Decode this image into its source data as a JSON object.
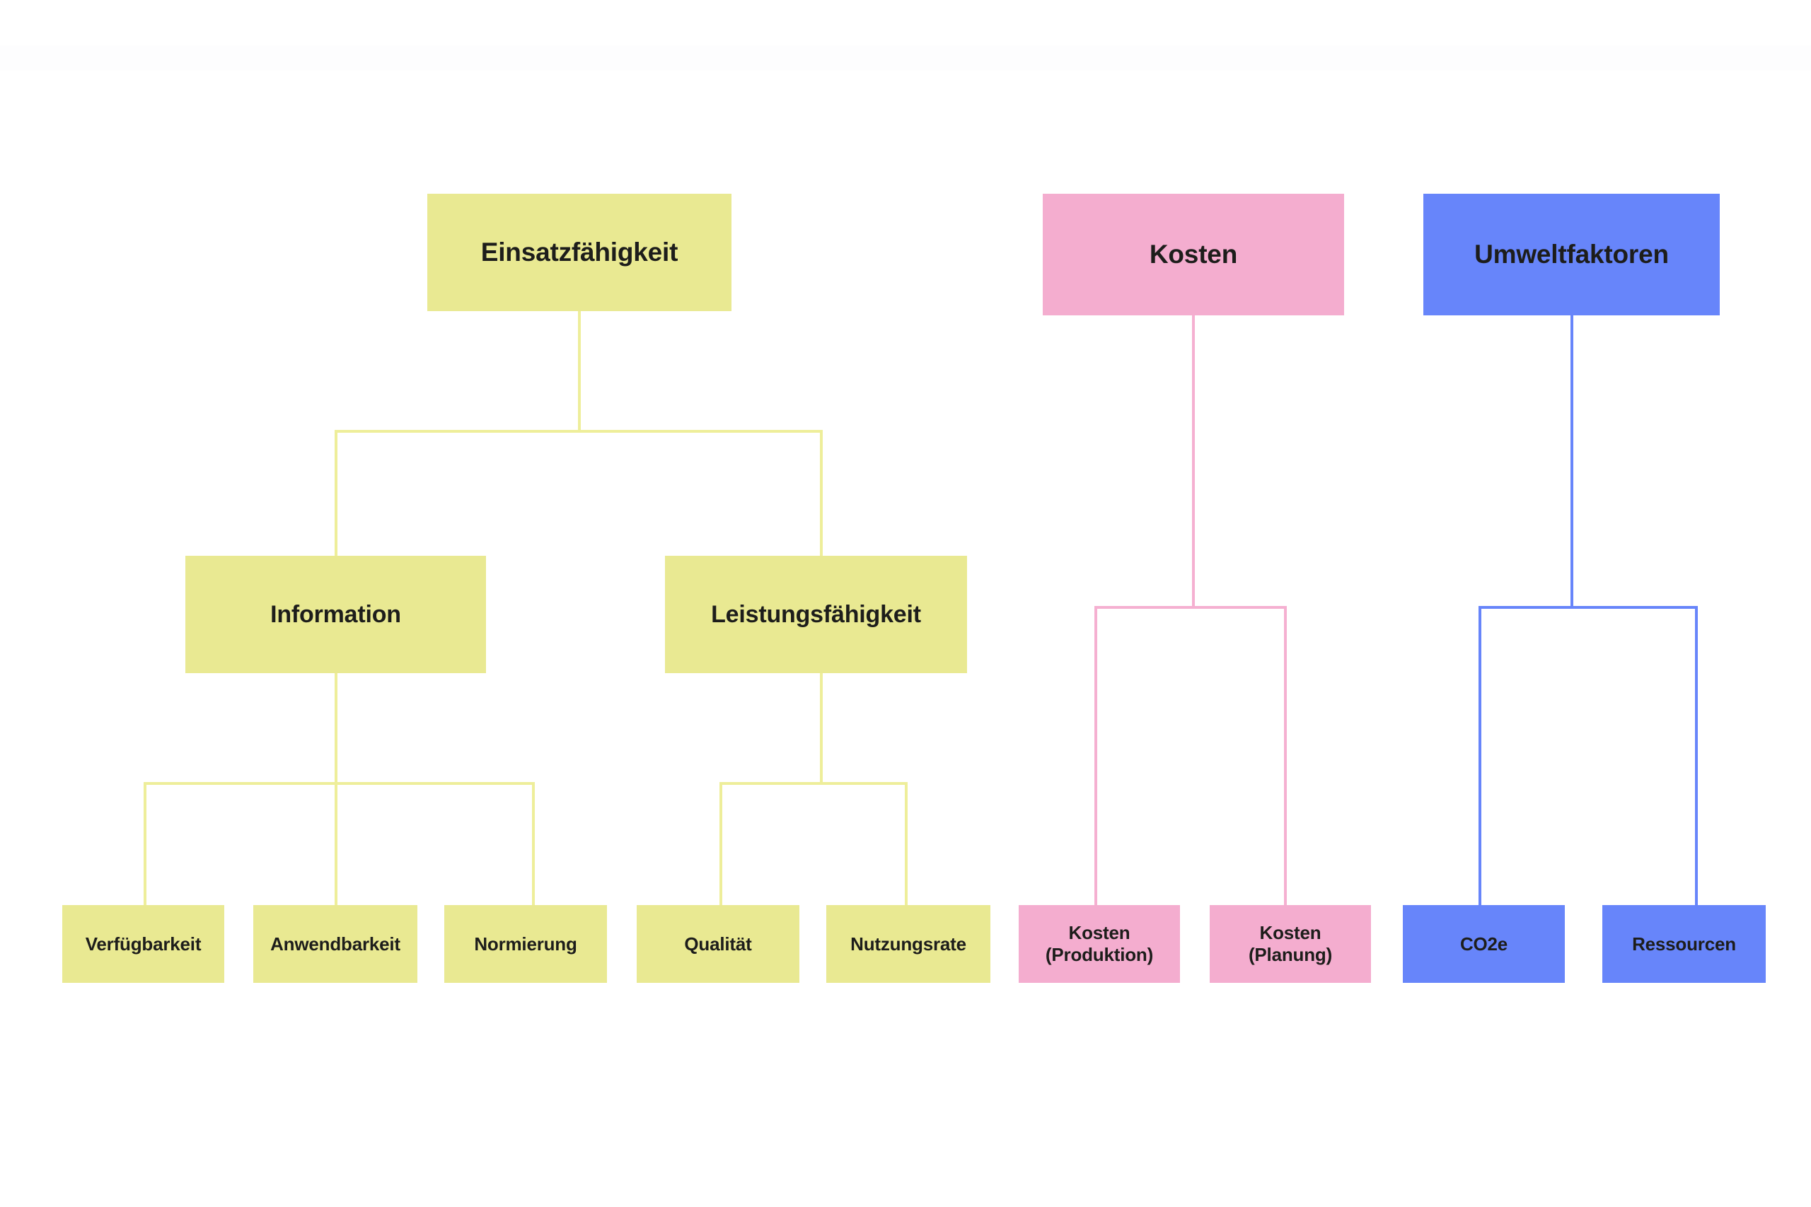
{
  "diagram": {
    "type": "hierarchy-tree",
    "title": "",
    "background": "#ffffff",
    "palette": {
      "yellow_fill": "#e9e992",
      "yellow_line": "#eeee9a",
      "pink_fill": "#f4adcf",
      "pink_line": "#f5b0d1",
      "blue_fill": "#6785fa",
      "blue_line": "#6785fa",
      "text": "#1d1d1b"
    },
    "trees": [
      {
        "id": "einsatzfaehigkeit",
        "color": "yellow",
        "root": {
          "label": "Einsatzfähigkeit"
        },
        "children": [
          {
            "label": "Information",
            "children": [
              {
                "label": "Verfügbarkeit"
              },
              {
                "label": "Anwendbarkeit"
              },
              {
                "label": "Normierung"
              }
            ]
          },
          {
            "label": "Leistungsfähigkeit",
            "children": [
              {
                "label": "Qualität"
              },
              {
                "label": "Nutzungsrate"
              }
            ]
          }
        ]
      },
      {
        "id": "kosten",
        "color": "pink",
        "root": {
          "label": "Kosten"
        },
        "children": [
          {
            "label": "Kosten\n(Produktion)"
          },
          {
            "label": "Kosten\n(Planung)"
          }
        ]
      },
      {
        "id": "umweltfaktoren",
        "color": "blue",
        "root": {
          "label": "Umweltfaktoren"
        },
        "children": [
          {
            "label": "CO2e"
          },
          {
            "label": "Ressourcen"
          }
        ]
      }
    ]
  },
  "nodes": {
    "einsatzfaehigkeit": "Einsatzfähigkeit",
    "information": "Information",
    "leistungsfaehigkeit": "Leistungsfähigkeit",
    "verfuegbarkeit": "Verfügbarkeit",
    "anwendbarkeit": "Anwendbarkeit",
    "normierung": "Normierung",
    "qualitaet": "Qualität",
    "nutzungsrate": "Nutzungsrate",
    "kosten": "Kosten",
    "kosten_produktion": "Kosten\n(Produktion)",
    "kosten_planung": "Kosten\n(Planung)",
    "umweltfaktoren": "Umweltfaktoren",
    "co2e": "CO2e",
    "ressourcen": "Ressourcen"
  }
}
